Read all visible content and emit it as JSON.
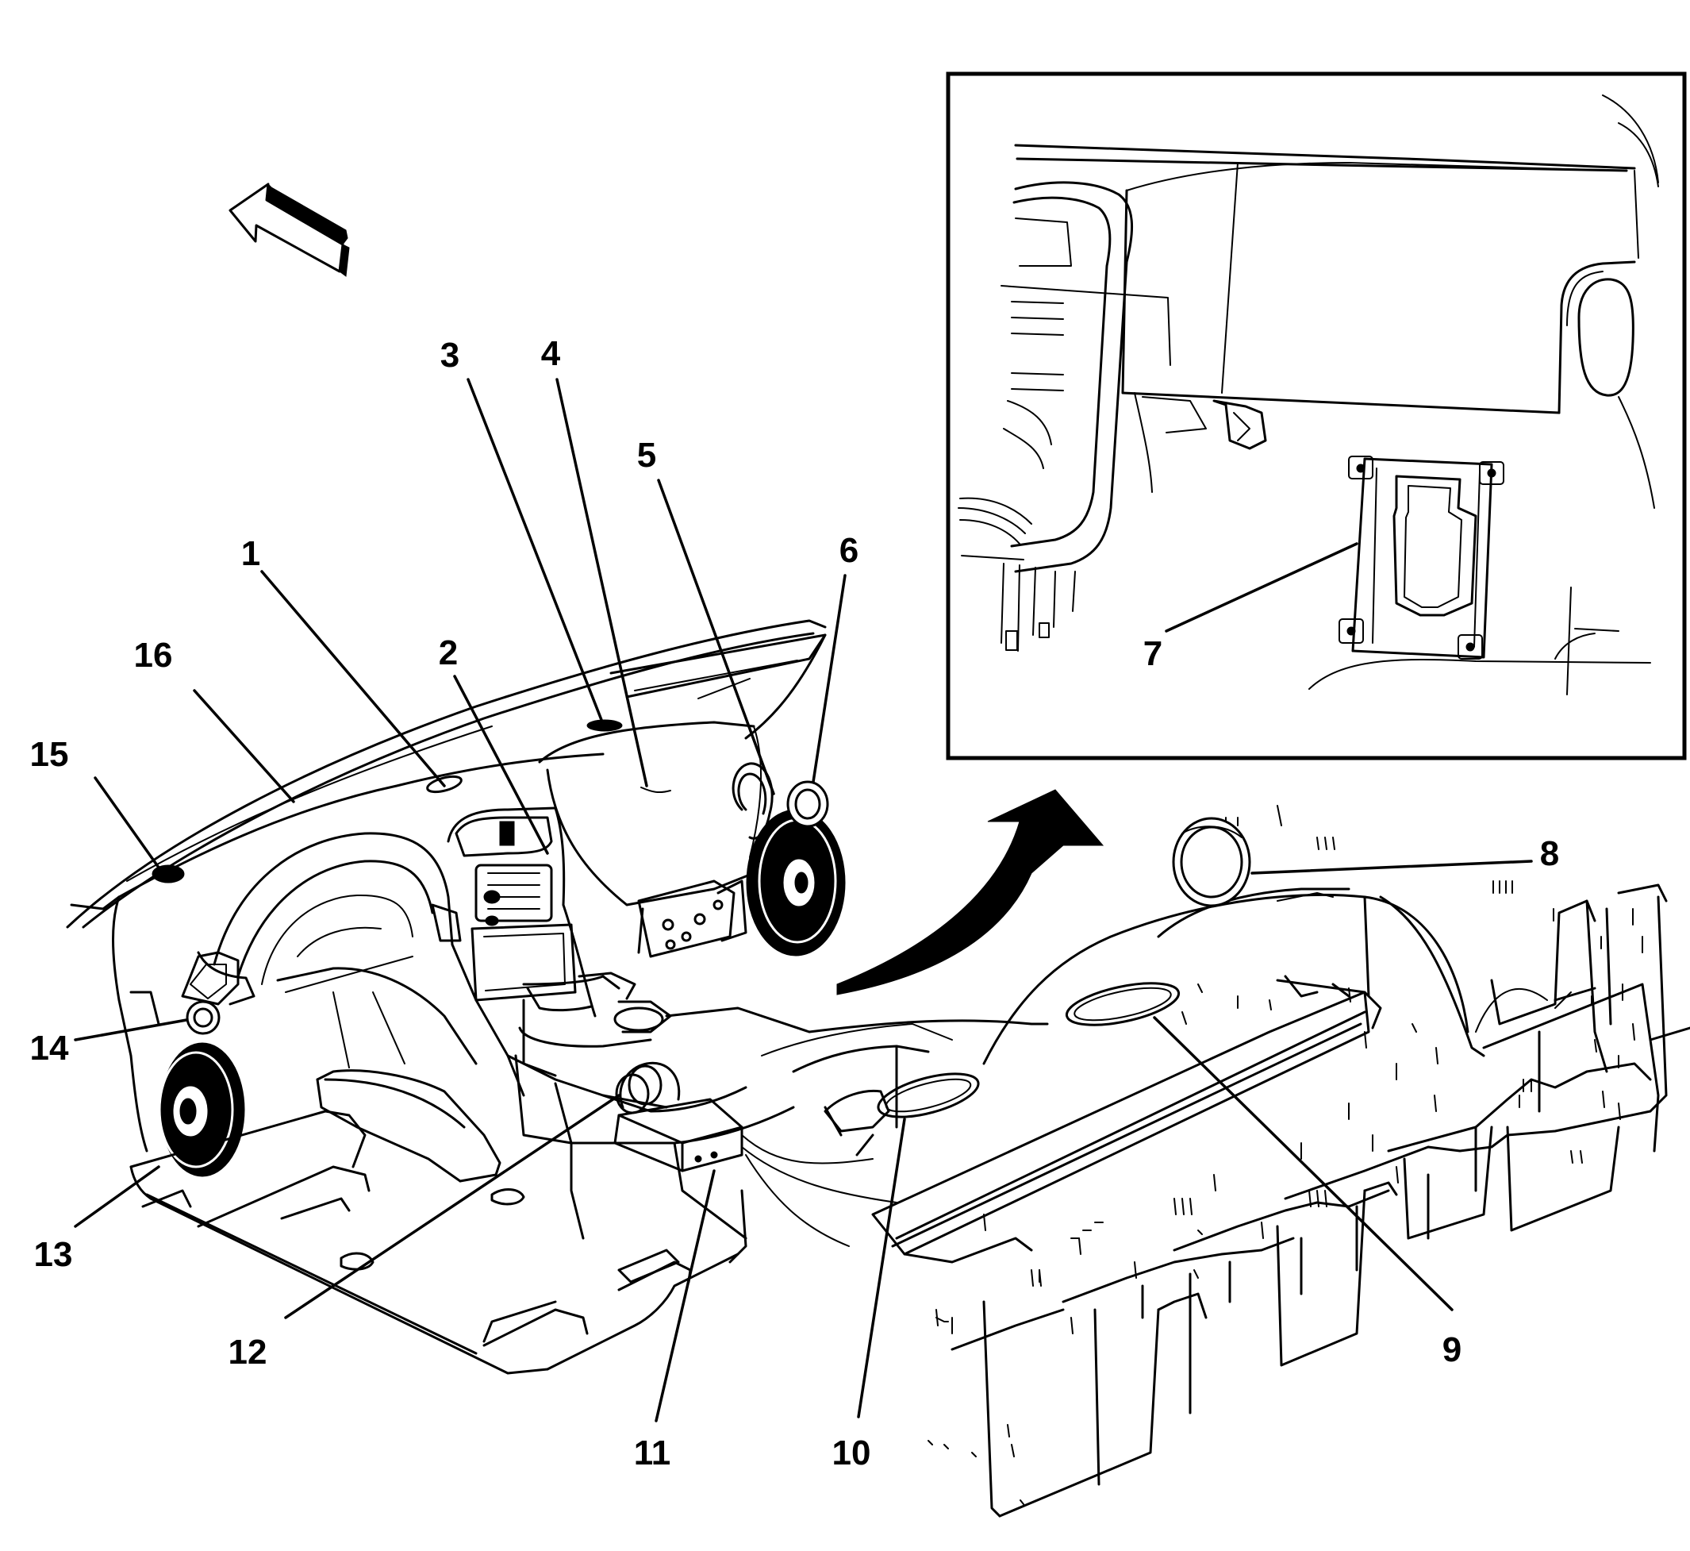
{
  "callouts": [
    {
      "id": "1",
      "label": "1"
    },
    {
      "id": "2",
      "label": "2"
    },
    {
      "id": "3",
      "label": "3"
    },
    {
      "id": "4",
      "label": "4"
    },
    {
      "id": "5",
      "label": "5"
    },
    {
      "id": "6",
      "label": "6"
    },
    {
      "id": "7",
      "label": "7"
    },
    {
      "id": "8",
      "label": "8"
    },
    {
      "id": "9",
      "label": "9"
    },
    {
      "id": "10",
      "label": "10"
    },
    {
      "id": "11",
      "label": "11"
    },
    {
      "id": "12",
      "label": "12"
    },
    {
      "id": "13",
      "label": "13"
    },
    {
      "id": "14",
      "label": "14"
    },
    {
      "id": "15",
      "label": "15"
    },
    {
      "id": "16",
      "label": "16"
    }
  ],
  "icons": {
    "direction_arrow": "front-direction-arrow-icon",
    "detail_arrow": "detail-view-arrow-icon"
  },
  "colors": {
    "line": "#000000",
    "background": "#ffffff"
  }
}
